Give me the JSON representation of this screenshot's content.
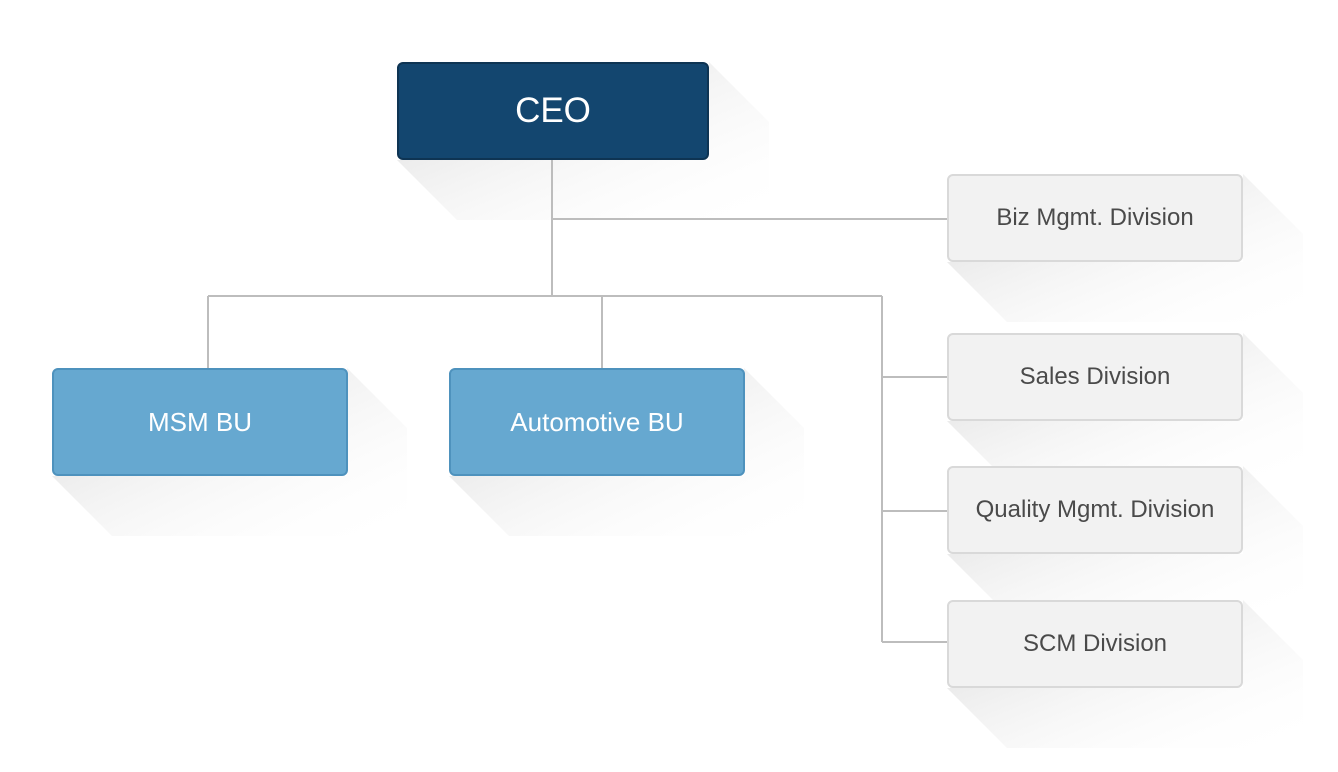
{
  "ceo": {
    "label": "CEO"
  },
  "business_units": [
    {
      "label": "MSM BU"
    },
    {
      "label": "Automotive BU"
    }
  ],
  "divisions": [
    {
      "label": "Biz Mgmt. Division"
    },
    {
      "label": "Sales Division"
    },
    {
      "label": "Quality Mgmt. Division"
    },
    {
      "label": "SCM Division"
    }
  ],
  "colors": {
    "ceo_fill": "#13466f",
    "bu_fill": "#66a8d0",
    "division_fill": "#f2f2f2",
    "division_text": "#4a4a4a",
    "connector": "#bdbdbd"
  }
}
